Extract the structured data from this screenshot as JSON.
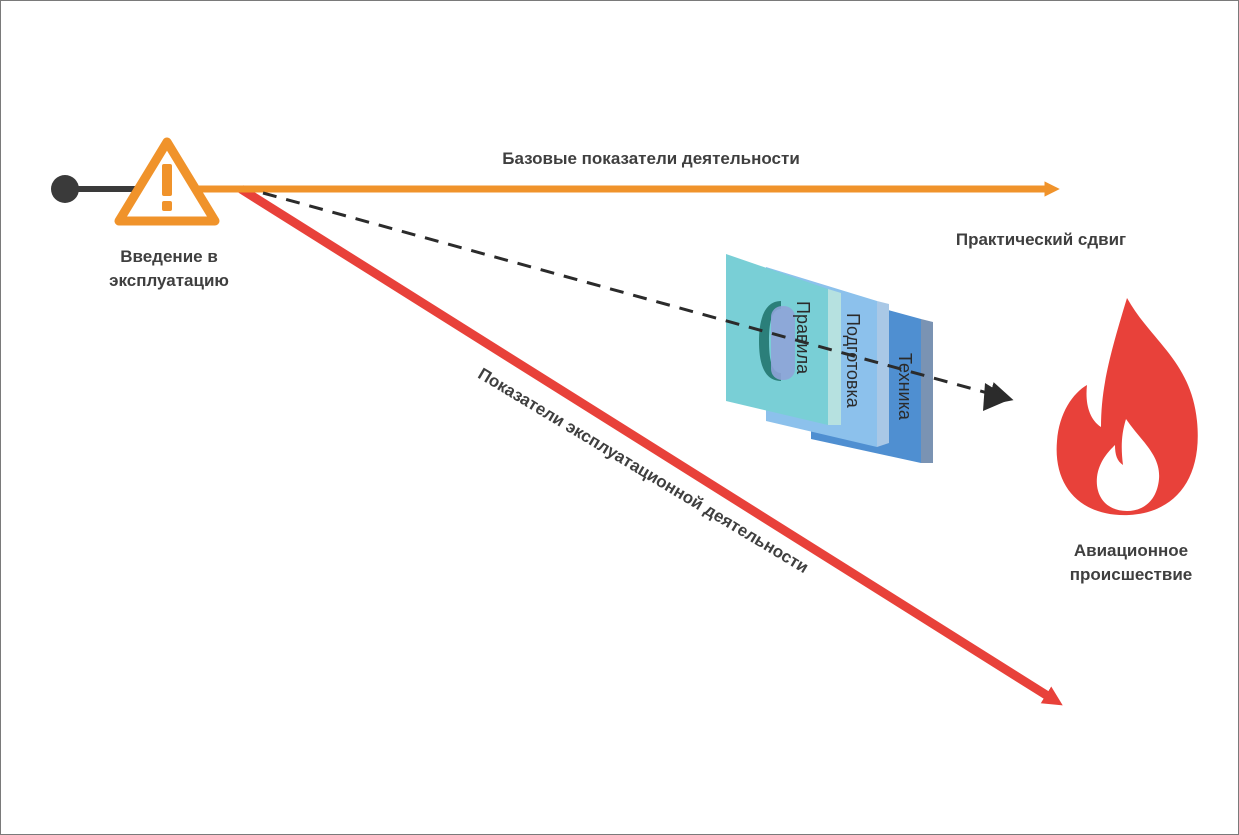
{
  "diagram": {
    "start_label_line1": "Введение в",
    "start_label_line2": "эксплуатацию",
    "baseline_label": "Базовые показатели деятельности",
    "drift_label": "Практический сдвиг",
    "operational_label": "Показатели эксплуатационной деятельности",
    "accident_label_line1": "Авиационное",
    "accident_label_line2": "происшествие",
    "warning_symbol": "!",
    "defenses": {
      "rules": "Правила",
      "training": "Подготовка",
      "technology": "Техника"
    }
  },
  "colors": {
    "baseline": "#f0932b",
    "operational": "#e8413a",
    "start_dot": "#3a3a3a",
    "drift": "#2b2b2b",
    "fire": "#e8413a",
    "rules_panel": "#79cfd6",
    "training_panel": "#8cc1ec",
    "technology_panel": "#4f8fd1"
  },
  "icons": [
    "warning-triangle-icon",
    "fire-icon"
  ]
}
